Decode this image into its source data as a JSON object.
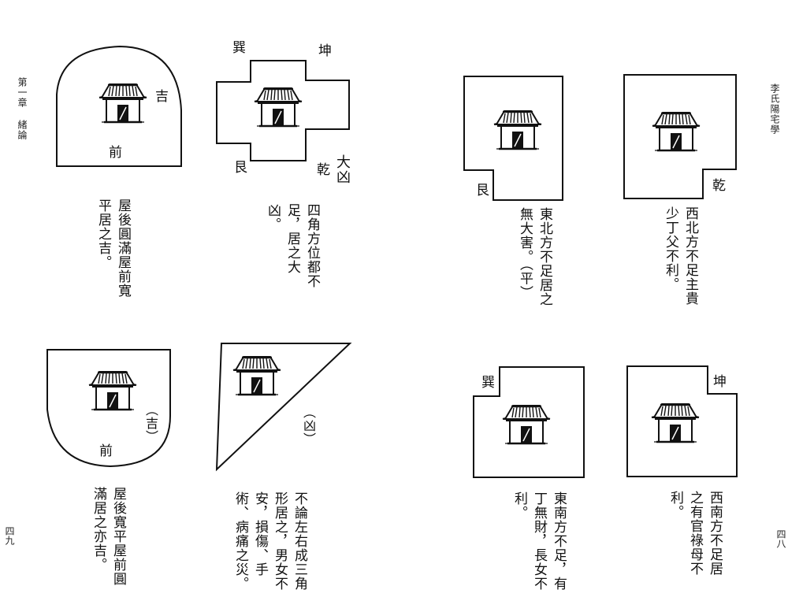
{
  "margins": {
    "left_chapter": "第一章 緒論",
    "right_book": "李氏陽宅學",
    "page_left": "四九",
    "page_right": "四八"
  },
  "fig1": {
    "label_ji": "吉",
    "label_qian": "前",
    "caption": "屋後圓滿屋前寬平居之吉。"
  },
  "fig2": {
    "label_xun": "巽",
    "label_kun": "坤",
    "label_gen": "艮",
    "label_qian": "乾",
    "label_daxiong": "大凶",
    "caption": "四角方位都不足，居之大凶。"
  },
  "fig3": {
    "label_ji": "（吉）",
    "label_qian": "前",
    "caption": "屋後寬平屋前圓滿居之亦吉。"
  },
  "fig4": {
    "label_xiong": "（凶）",
    "caption": "不論左右成三角形居之，男女不安，損傷、手術、病痛之災。"
  },
  "fig5": {
    "label_gen": "艮",
    "caption": "東北方不足居之無大害。（平）"
  },
  "fig6": {
    "label_qian": "乾",
    "caption": "西北方不足主貴少丁父不利。"
  },
  "fig7": {
    "label_xun": "巽",
    "caption": "東南方不足，有丁無財，長女不利。"
  },
  "fig8": {
    "label_kun": "坤",
    "caption": "西南方不足居之有官祿母不利。"
  }
}
